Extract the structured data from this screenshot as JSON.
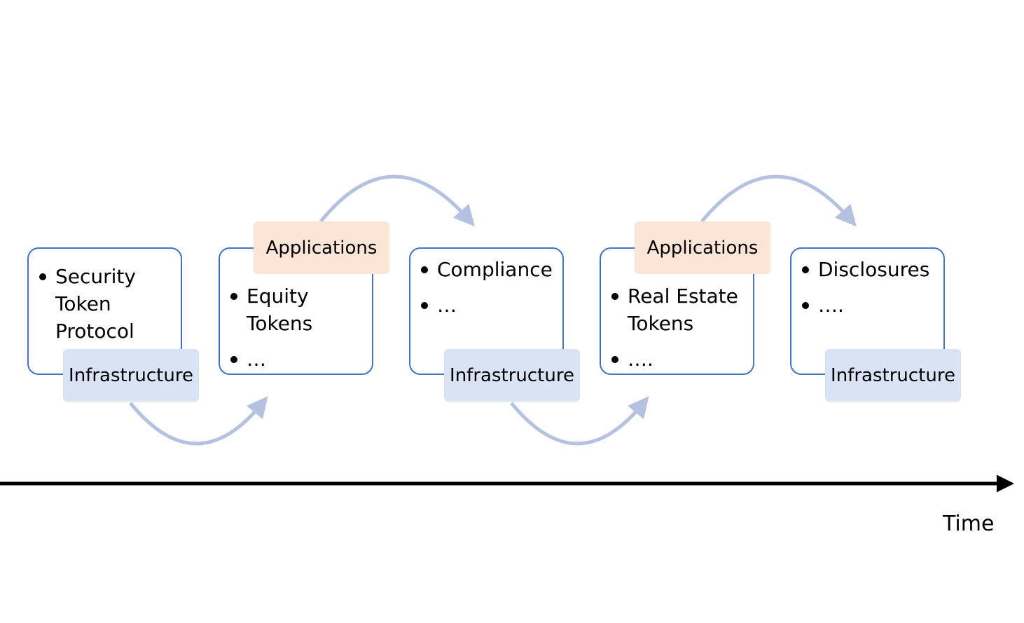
{
  "diagram": {
    "stages": [
      {
        "id": 1,
        "items": [
          "Security Token Protocol"
        ],
        "tag": "Infrastructure",
        "tag_type": "infrastructure"
      },
      {
        "id": 2,
        "items": [
          "Equity Tokens",
          "…"
        ],
        "tag": "Applications",
        "tag_type": "application"
      },
      {
        "id": 3,
        "items": [
          "Compliance",
          "…"
        ],
        "tag": "Infrastructure",
        "tag_type": "infrastructure"
      },
      {
        "id": 4,
        "items": [
          "Real Estate Tokens",
          "…."
        ],
        "tag": "Applications",
        "tag_type": "application"
      },
      {
        "id": 5,
        "items": [
          "Disclosures",
          "…."
        ],
        "tag": "Infrastructure",
        "tag_type": "infrastructure"
      }
    ],
    "axis_label": "Time",
    "colors": {
      "card_border": "#4472c4",
      "infrastructure_fill": "#dae3f3",
      "application_fill": "#fbe5d6",
      "connector_arrow": "#b4c1e1",
      "time_axis": "#000000"
    }
  }
}
